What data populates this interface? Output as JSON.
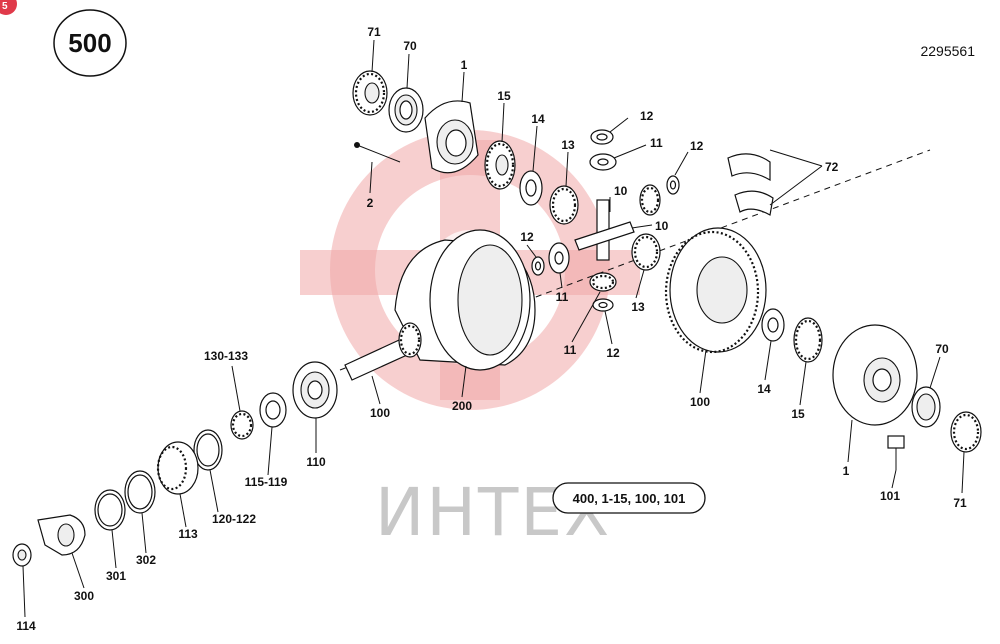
{
  "diagram": {
    "group_number": "500",
    "drawing_number": "2295561",
    "kit_reference": "400, 1-15, 100, 101",
    "watermark_text": "ИНТЕХ",
    "corner_badge_glyph": "5"
  },
  "colors": {
    "watermark": "#f0a8a8",
    "line": "#111111",
    "badge": "#e03a4a"
  },
  "callouts": {
    "c71a": "71",
    "c70a": "70",
    "c1a": "1",
    "c15a": "15",
    "c14a": "14",
    "c13a": "13",
    "c12a": "12",
    "c11a": "11",
    "c12b": "12",
    "c72": "72",
    "c2": "2",
    "c10a": "10",
    "c10b": "10",
    "c12c": "12",
    "c11b": "11",
    "c13b": "13",
    "c11c": "11",
    "c12d": "12",
    "c130": "130-133",
    "c100a": "100",
    "c200": "200",
    "c100b": "100",
    "c14b": "14",
    "c15b": "15",
    "c70b": "70",
    "c115": "115-119",
    "c110": "110",
    "c1b": "1",
    "c101": "101",
    "c71b": "71",
    "c120": "120-122",
    "c113": "113",
    "c302": "302",
    "c301": "301",
    "c300": "300",
    "c114": "114"
  },
  "icons": {
    "watermark": "gear-logo-icon",
    "badge": "red-corner-badge-icon"
  }
}
